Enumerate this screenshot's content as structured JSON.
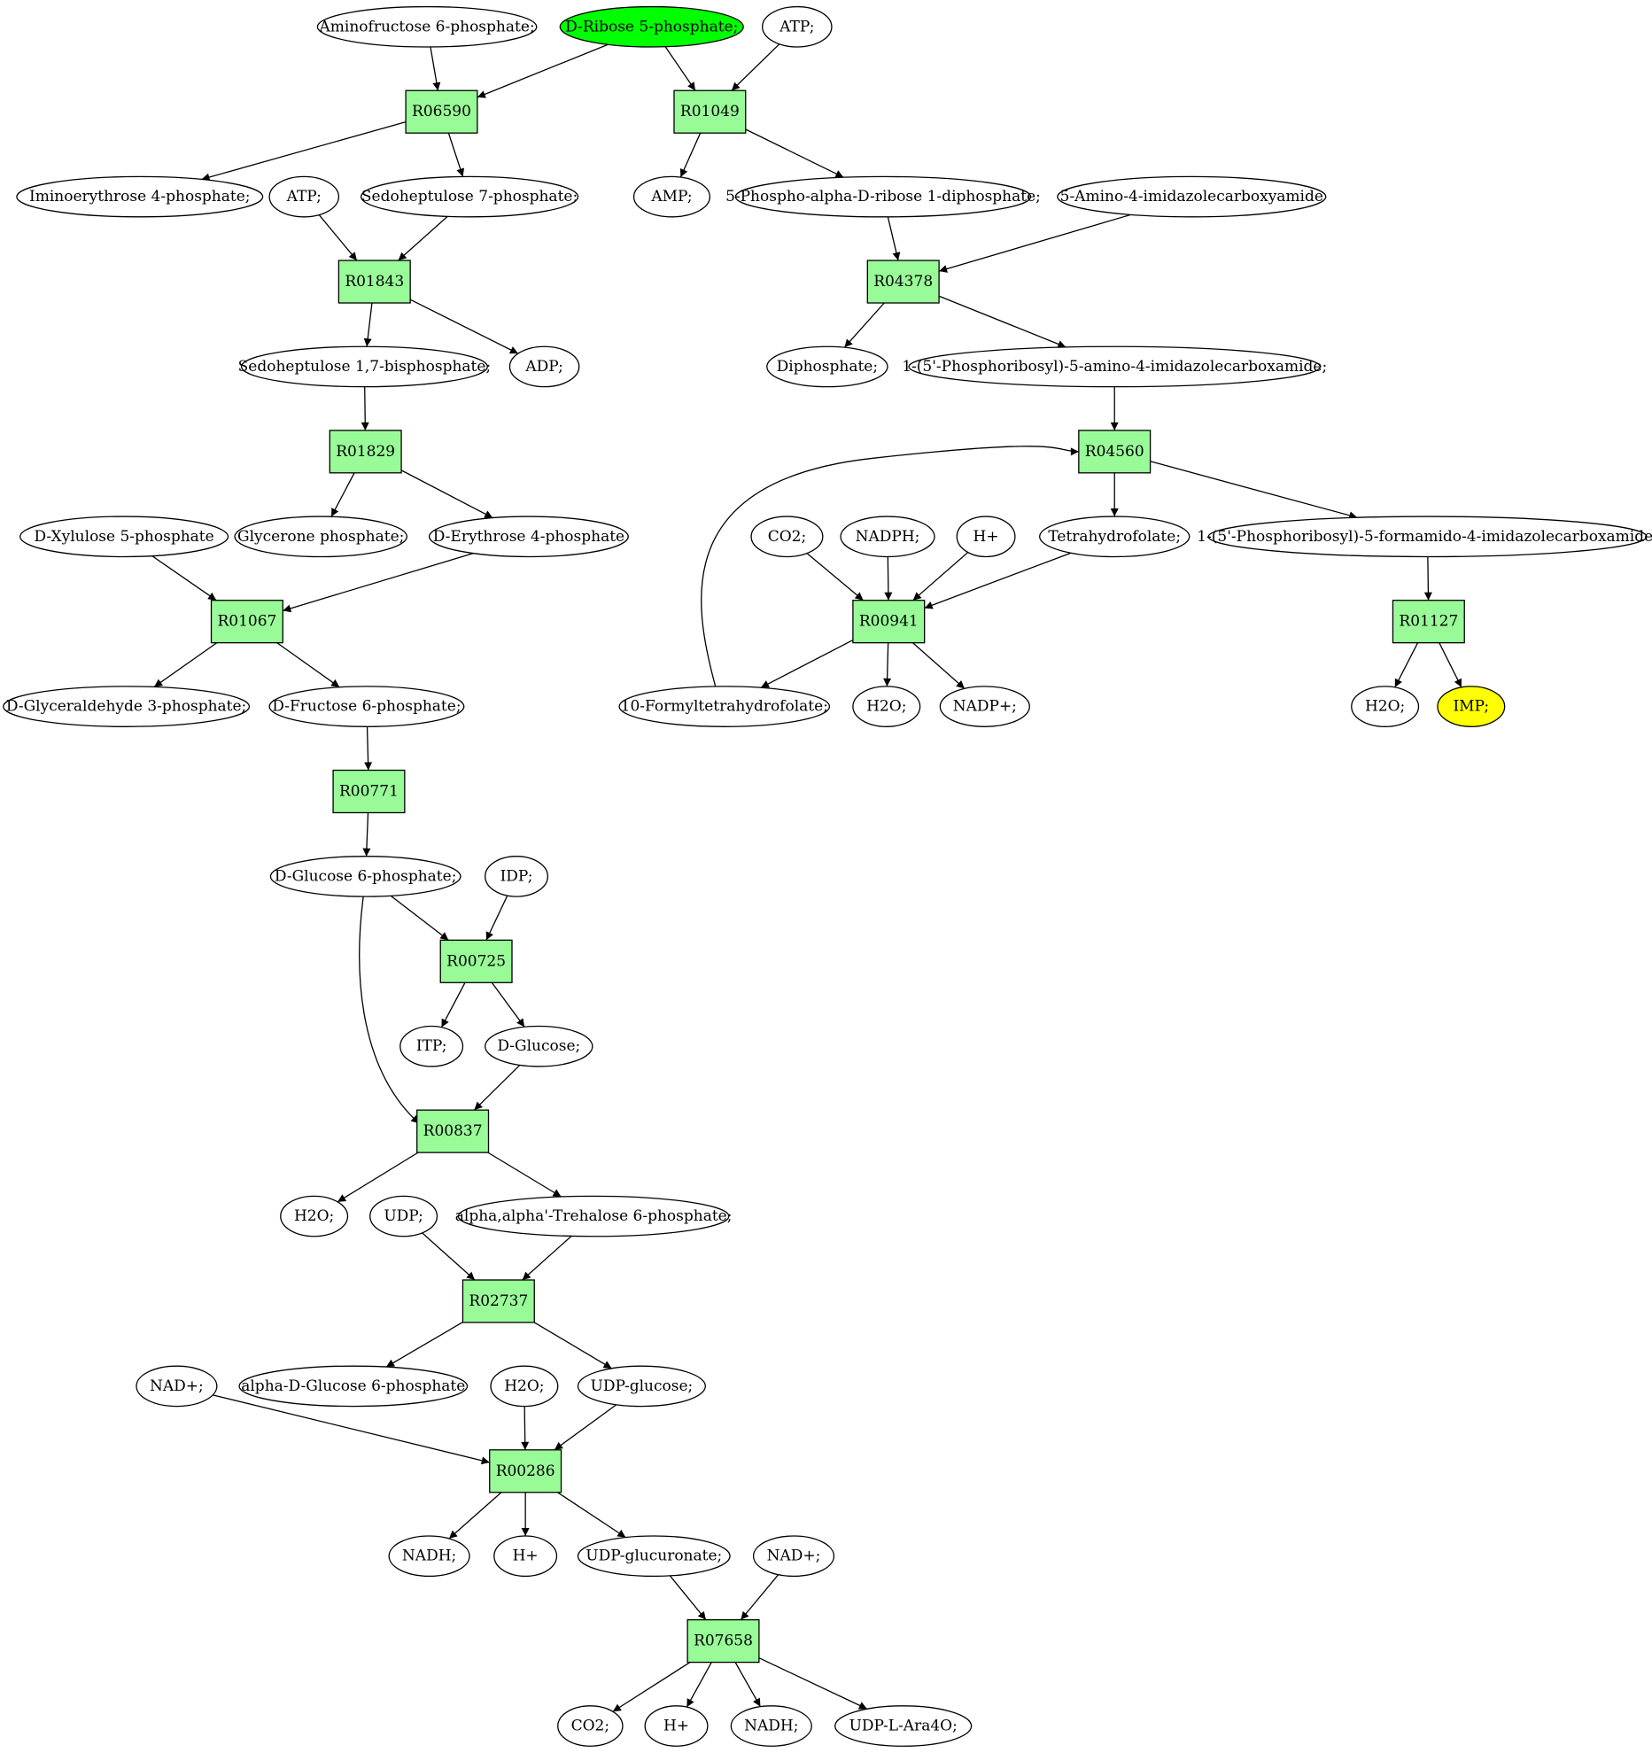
{
  "colors": {
    "reaction": "#98fb98",
    "compound": "#ffffff",
    "start_compound": "#00ff00",
    "target_compound": "#ffff00",
    "stroke": "#000000"
  },
  "nodes": {
    "c_aminofructose6p": {
      "label": "Aminofructose 6-phosphate;",
      "kind": "compound"
    },
    "c_dribose5p": {
      "label": "D-Ribose 5-phosphate;",
      "kind": "start"
    },
    "c_atp1": {
      "label": "ATP;",
      "kind": "compound"
    },
    "r_R06590": {
      "label": "R06590",
      "kind": "reaction"
    },
    "r_R01049": {
      "label": "R01049",
      "kind": "reaction"
    },
    "c_iminoerythrose4p": {
      "label": "Iminoerythrose 4-phosphate;",
      "kind": "compound"
    },
    "c_atp2": {
      "label": "ATP;",
      "kind": "compound"
    },
    "c_sedoheptulose7p": {
      "label": "Sedoheptulose 7-phosphate;",
      "kind": "compound"
    },
    "c_amp": {
      "label": "AMP;",
      "kind": "compound"
    },
    "c_prpp": {
      "label": "5-Phospho-alpha-D-ribose 1-diphosphate;",
      "kind": "compound"
    },
    "c_aica": {
      "label": "5-Amino-4-imidazolecarboxyamide",
      "kind": "compound"
    },
    "r_R01843": {
      "label": "R01843",
      "kind": "reaction"
    },
    "r_R04378": {
      "label": "R04378",
      "kind": "reaction"
    },
    "c_sedoheptulose17bp": {
      "label": "Sedoheptulose 1,7-bisphosphate;",
      "kind": "compound"
    },
    "c_adp": {
      "label": "ADP;",
      "kind": "compound"
    },
    "c_diphosphate": {
      "label": "Diphosphate;",
      "kind": "compound"
    },
    "c_aicar": {
      "label": "1-(5'-Phosphoribosyl)-5-amino-4-imidazolecarboxamide;",
      "kind": "compound"
    },
    "r_R01829": {
      "label": "R01829",
      "kind": "reaction"
    },
    "r_R04560": {
      "label": "R04560",
      "kind": "reaction"
    },
    "c_dxylulose5p": {
      "label": "D-Xylulose 5-phosphate",
      "kind": "compound"
    },
    "c_glyceronep": {
      "label": "Glycerone phosphate;",
      "kind": "compound"
    },
    "c_derythrose4p": {
      "label": "D-Erythrose 4-phosphate",
      "kind": "compound"
    },
    "c_co2a": {
      "label": "CO2;",
      "kind": "compound"
    },
    "c_nadph": {
      "label": "NADPH;",
      "kind": "compound"
    },
    "c_hplus1": {
      "label": "H+",
      "kind": "compound"
    },
    "c_thf": {
      "label": "Tetrahydrofolate;",
      "kind": "compound"
    },
    "c_faicar": {
      "label": "1-(5'-Phosphoribosyl)-5-formamido-4-imidazolecarboxamide;",
      "kind": "compound"
    },
    "r_R01067": {
      "label": "R01067",
      "kind": "reaction"
    },
    "r_R00941": {
      "label": "R00941",
      "kind": "reaction"
    },
    "r_R01127": {
      "label": "R01127",
      "kind": "reaction"
    },
    "c_dglyceraldehyde3p": {
      "label": "D-Glyceraldehyde 3-phosphate;",
      "kind": "compound"
    },
    "c_dfructose6p": {
      "label": "D-Fructose 6-phosphate;",
      "kind": "compound"
    },
    "c_10formylthf": {
      "label": "10-Formyltetrahydrofolate;",
      "kind": "compound"
    },
    "c_h2o1": {
      "label": "H2O;",
      "kind": "compound"
    },
    "c_nadpplus": {
      "label": "NADP+;",
      "kind": "compound"
    },
    "c_h2o2": {
      "label": "H2O;",
      "kind": "compound"
    },
    "c_imp": {
      "label": "IMP;",
      "kind": "target"
    },
    "r_R00771": {
      "label": "R00771",
      "kind": "reaction"
    },
    "c_dglucose6p": {
      "label": "D-Glucose 6-phosphate;",
      "kind": "compound"
    },
    "c_idp": {
      "label": "IDP;",
      "kind": "compound"
    },
    "r_R00725": {
      "label": "R00725",
      "kind": "reaction"
    },
    "c_itp": {
      "label": "ITP;",
      "kind": "compound"
    },
    "c_dglucose": {
      "label": "D-Glucose;",
      "kind": "compound"
    },
    "r_R00837": {
      "label": "R00837",
      "kind": "reaction"
    },
    "c_h2o3": {
      "label": "H2O;",
      "kind": "compound"
    },
    "c_udp": {
      "label": "UDP;",
      "kind": "compound"
    },
    "c_trehalose6p": {
      "label": "alpha,alpha'-Trehalose 6-phosphate;",
      "kind": "compound"
    },
    "r_R02737": {
      "label": "R02737",
      "kind": "reaction"
    },
    "c_nadplus1": {
      "label": "NAD+;",
      "kind": "compound"
    },
    "c_adglucose6p": {
      "label": "alpha-D-Glucose 6-phosphate",
      "kind": "compound"
    },
    "c_h2o4": {
      "label": "H2O;",
      "kind": "compound"
    },
    "c_udpglucose": {
      "label": "UDP-glucose;",
      "kind": "compound"
    },
    "r_R00286": {
      "label": "R00286",
      "kind": "reaction"
    },
    "c_nadh1": {
      "label": "NADH;",
      "kind": "compound"
    },
    "c_hplus2": {
      "label": "H+",
      "kind": "compound"
    },
    "c_udpglucuronate": {
      "label": "UDP-glucuronate;",
      "kind": "compound"
    },
    "c_nadplus2": {
      "label": "NAD+;",
      "kind": "compound"
    },
    "r_R07658": {
      "label": "R07658",
      "kind": "reaction"
    },
    "c_co2b": {
      "label": "CO2;",
      "kind": "compound"
    },
    "c_hplus3": {
      "label": "H+",
      "kind": "compound"
    },
    "c_nadh2": {
      "label": "NADH;",
      "kind": "compound"
    },
    "c_udplara4o": {
      "label": "UDP-L-Ara4O;",
      "kind": "compound"
    }
  },
  "edges": [
    [
      "c_aminofructose6p",
      "r_R06590"
    ],
    [
      "c_dribose5p",
      "r_R06590"
    ],
    [
      "c_dribose5p",
      "r_R01049"
    ],
    [
      "c_atp1",
      "r_R01049"
    ],
    [
      "r_R06590",
      "c_iminoerythrose4p"
    ],
    [
      "r_R06590",
      "c_sedoheptulose7p"
    ],
    [
      "r_R01049",
      "c_amp"
    ],
    [
      "r_R01049",
      "c_prpp"
    ],
    [
      "c_atp2",
      "r_R01843"
    ],
    [
      "c_sedoheptulose7p",
      "r_R01843"
    ],
    [
      "c_prpp",
      "r_R04378"
    ],
    [
      "c_aica",
      "r_R04378"
    ],
    [
      "r_R01843",
      "c_sedoheptulose17bp"
    ],
    [
      "r_R01843",
      "c_adp"
    ],
    [
      "r_R04378",
      "c_diphosphate"
    ],
    [
      "r_R04378",
      "c_aicar"
    ],
    [
      "c_sedoheptulose17bp",
      "r_R01829"
    ],
    [
      "c_aicar",
      "r_R04560"
    ],
    [
      "r_R01829",
      "c_glyceronep"
    ],
    [
      "r_R01829",
      "c_derythrose4p"
    ],
    [
      "r_R04560",
      "c_thf"
    ],
    [
      "r_R04560",
      "c_faicar"
    ],
    [
      "c_dxylulose5p",
      "r_R01067"
    ],
    [
      "c_derythrose4p",
      "r_R01067"
    ],
    [
      "c_co2a",
      "r_R00941"
    ],
    [
      "c_nadph",
      "r_R00941"
    ],
    [
      "c_hplus1",
      "r_R00941"
    ],
    [
      "c_thf",
      "r_R00941"
    ],
    [
      "c_faicar",
      "r_R01127"
    ],
    [
      "r_R01067",
      "c_dglyceraldehyde3p"
    ],
    [
      "r_R01067",
      "c_dfructose6p"
    ],
    [
      "r_R00941",
      "c_10formylthf"
    ],
    [
      "r_R00941",
      "c_h2o1"
    ],
    [
      "r_R00941",
      "c_nadpplus"
    ],
    [
      "c_10formylthf",
      "r_R04560"
    ],
    [
      "r_R01127",
      "c_h2o2"
    ],
    [
      "r_R01127",
      "c_imp"
    ],
    [
      "c_dfructose6p",
      "r_R00771"
    ],
    [
      "r_R00771",
      "c_dglucose6p"
    ],
    [
      "c_dglucose6p",
      "r_R00725"
    ],
    [
      "c_idp",
      "r_R00725"
    ],
    [
      "c_dglucose6p",
      "r_R00837"
    ],
    [
      "r_R00725",
      "c_itp"
    ],
    [
      "r_R00725",
      "c_dglucose"
    ],
    [
      "c_dglucose",
      "r_R00837"
    ],
    [
      "r_R00837",
      "c_h2o3"
    ],
    [
      "r_R00837",
      "c_trehalose6p"
    ],
    [
      "c_udp",
      "r_R02737"
    ],
    [
      "c_trehalose6p",
      "r_R02737"
    ],
    [
      "r_R02737",
      "c_adglucose6p"
    ],
    [
      "r_R02737",
      "c_udpglucose"
    ],
    [
      "c_nadplus1",
      "r_R00286"
    ],
    [
      "c_h2o4",
      "r_R00286"
    ],
    [
      "c_udpglucose",
      "r_R00286"
    ],
    [
      "r_R00286",
      "c_nadh1"
    ],
    [
      "r_R00286",
      "c_hplus2"
    ],
    [
      "r_R00286",
      "c_udpglucuronate"
    ],
    [
      "c_udpglucuronate",
      "r_R07658"
    ],
    [
      "c_nadplus2",
      "r_R07658"
    ],
    [
      "r_R07658",
      "c_co2b"
    ],
    [
      "r_R07658",
      "c_hplus3"
    ],
    [
      "r_R07658",
      "c_nadh2"
    ],
    [
      "r_R07658",
      "c_udplara4o"
    ]
  ]
}
